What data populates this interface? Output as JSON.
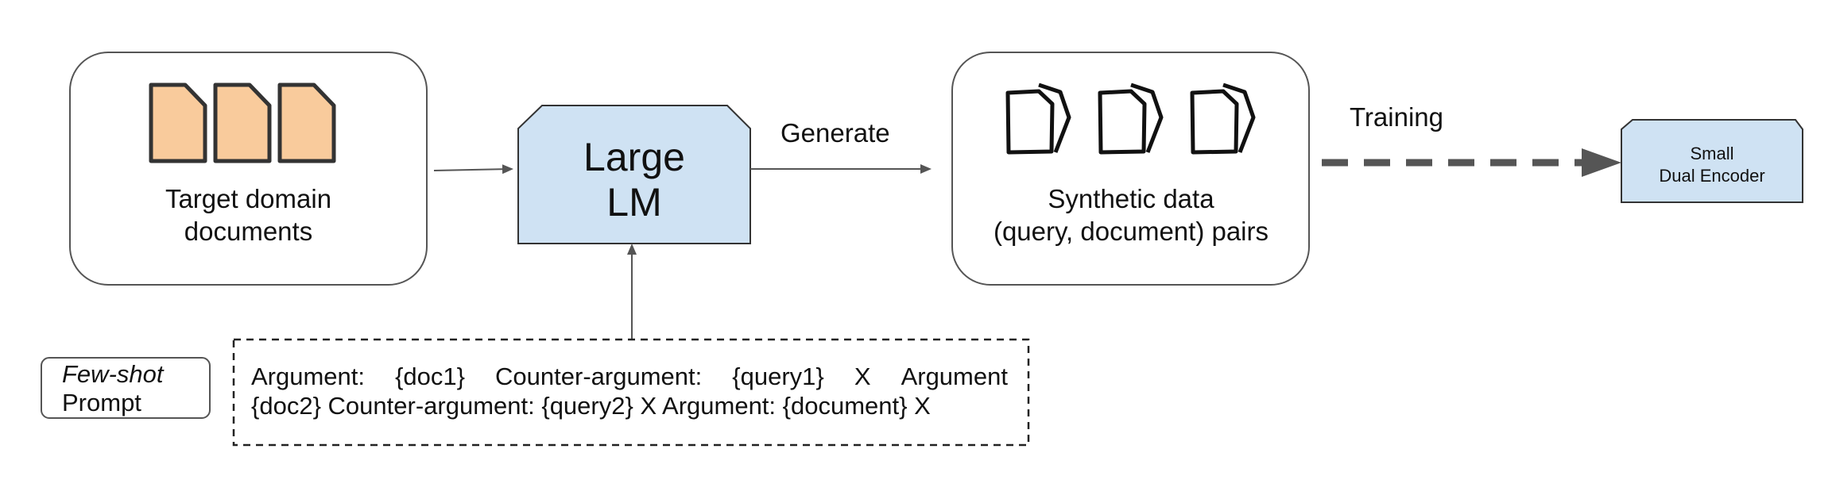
{
  "nodes": {
    "target_docs": {
      "line1": "Target domain",
      "line2": "documents",
      "doc_fill": "#f9cb9c"
    },
    "large_lm": {
      "line1": "Large",
      "line2": "LM",
      "fill": "#cfe2f3"
    },
    "synthetic": {
      "line1": "Synthetic data",
      "line2": "(query, document) pairs"
    },
    "dual_encoder": {
      "line1": "Small",
      "line2": "Dual Encoder",
      "fill": "#cfe2f3"
    }
  },
  "edges": {
    "generate": "Generate",
    "training": "Training"
  },
  "few_shot": {
    "italic": "Few-shot",
    "plain": "Prompt"
  },
  "prompt": {
    "line1": [
      "Argument:",
      "{doc1}",
      "Counter-argument:",
      "{query1}",
      "X",
      "Argument"
    ],
    "line2": "{doc2} Counter-argument: {query2} X Argument: {document} X"
  },
  "colors": {
    "stroke": "#444444",
    "arrow": "#555555"
  }
}
